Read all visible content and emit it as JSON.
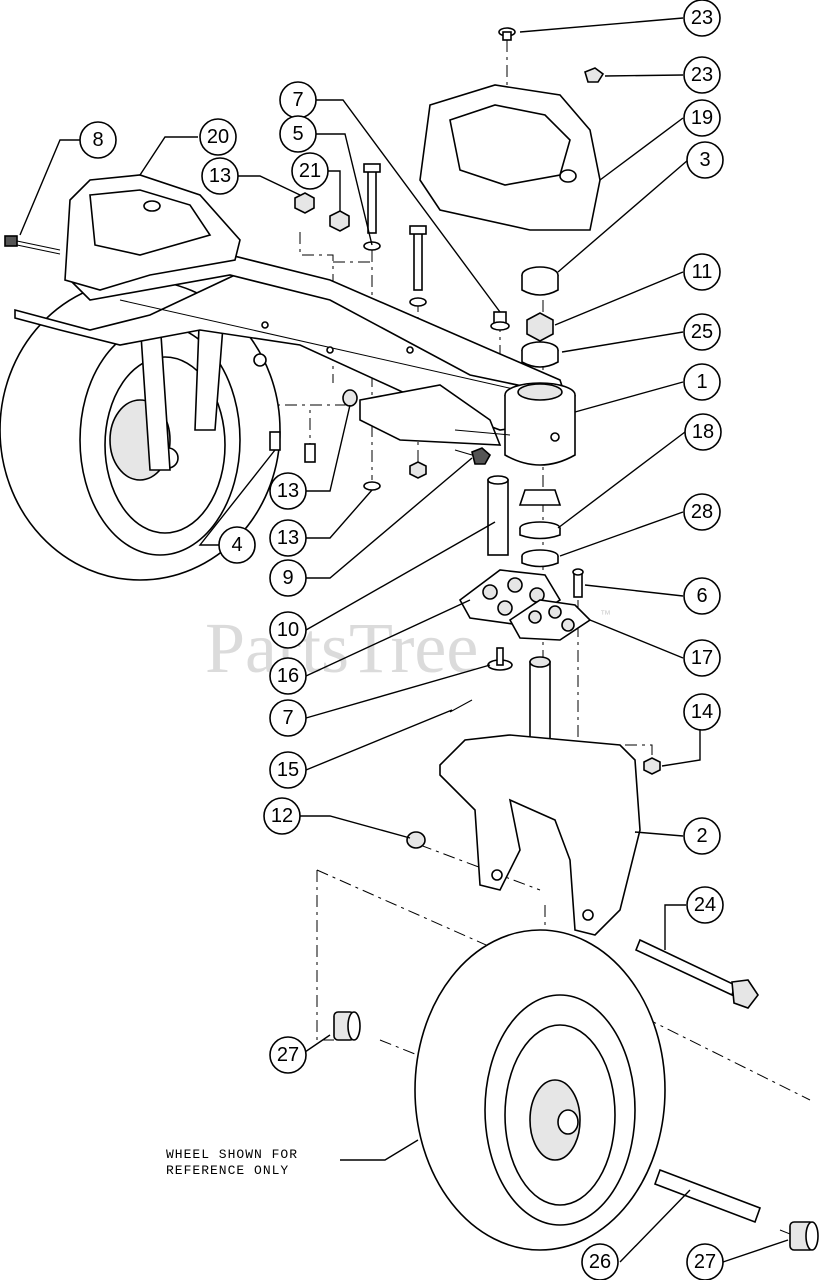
{
  "watermark": {
    "text": "PartsTree",
    "mark": "™"
  },
  "note": {
    "line1": "WHEEL SHOWN FOR",
    "line2": "REFERENCE ONLY"
  },
  "callouts": [
    {
      "id": "c23a",
      "label": "23"
    },
    {
      "id": "c23b",
      "label": "23"
    },
    {
      "id": "c19",
      "label": "19"
    },
    {
      "id": "c3",
      "label": "3"
    },
    {
      "id": "c11",
      "label": "11"
    },
    {
      "id": "c25",
      "label": "25"
    },
    {
      "id": "c1",
      "label": "1"
    },
    {
      "id": "c18",
      "label": "18"
    },
    {
      "id": "c28",
      "label": "28"
    },
    {
      "id": "c6",
      "label": "6"
    },
    {
      "id": "c17",
      "label": "17"
    },
    {
      "id": "c14",
      "label": "14"
    },
    {
      "id": "c2",
      "label": "2"
    },
    {
      "id": "c24",
      "label": "24"
    },
    {
      "id": "c27a",
      "label": "27"
    },
    {
      "id": "c26",
      "label": "26"
    },
    {
      "id": "c27b",
      "label": "27"
    },
    {
      "id": "c8",
      "label": "8"
    },
    {
      "id": "c20",
      "label": "20"
    },
    {
      "id": "c7a",
      "label": "7"
    },
    {
      "id": "c5",
      "label": "5"
    },
    {
      "id": "c13a",
      "label": "13"
    },
    {
      "id": "c21",
      "label": "21"
    },
    {
      "id": "c4",
      "label": "4"
    },
    {
      "id": "c13b",
      "label": "13"
    },
    {
      "id": "c13c",
      "label": "13"
    },
    {
      "id": "c9",
      "label": "9"
    },
    {
      "id": "c10",
      "label": "10"
    },
    {
      "id": "c16",
      "label": "16"
    },
    {
      "id": "c7b",
      "label": "7"
    },
    {
      "id": "c15",
      "label": "15"
    },
    {
      "id": "c12",
      "label": "12"
    }
  ]
}
